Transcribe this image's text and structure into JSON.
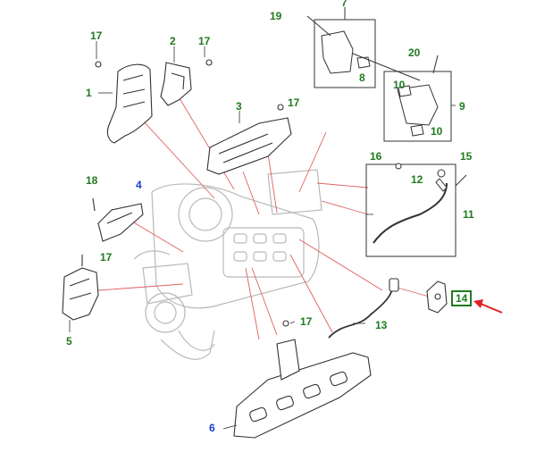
{
  "colors": {
    "label_green": "#1f7a1f",
    "label_blue": "#1a3fcc",
    "leader_red": "#e06060",
    "pointer_arrow": "#e02020",
    "line_art": "#333333",
    "faded_art": "#b9b9b9"
  },
  "callouts": {
    "c1": "1",
    "c2": "2",
    "c3": "3",
    "c4": "4",
    "c5": "5",
    "c6": "6",
    "c7": "7",
    "c8": "8",
    "c9": "9",
    "c10a": "10",
    "c10b": "10",
    "c11": "11",
    "c12": "12",
    "c13": "13",
    "c14": "14",
    "c15": "15",
    "c16": "16",
    "c17a": "17",
    "c17b": "17",
    "c17c": "17",
    "c17d": "17",
    "c17e": "17",
    "c18": "18",
    "c19": "19",
    "c20": "20"
  },
  "highlighted_part": "14",
  "icons": {
    "pointer": "red-arrow-icon"
  }
}
